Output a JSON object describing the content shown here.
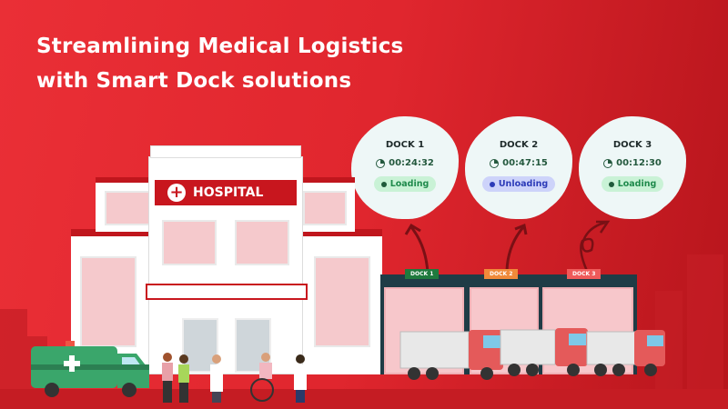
{
  "headline": {
    "line1": "Streamlining Medical Logistics",
    "line2": "with Smart Dock solutions"
  },
  "hospital_sign": "HOSPITAL",
  "docks": [
    {
      "name": "DOCK 1",
      "timer": "00:24:32",
      "status": "Loading",
      "status_color": "#1f8a4c",
      "pill_bg": "#c9f2d6"
    },
    {
      "name": "DOCK 2",
      "timer": "00:47:15",
      "status": "Unloading",
      "status_color": "#2c3bb8",
      "pill_bg": "#cdd3fa"
    },
    {
      "name": "DOCK 3",
      "timer": "00:12:30",
      "status": "Loading",
      "status_color": "#1f8a4c",
      "pill_bg": "#c9f2d6"
    }
  ],
  "dock_labels": [
    {
      "text": "DOCK 1",
      "color": "#1f7a3e"
    },
    {
      "text": "DOCK 2",
      "color": "#f08a3a"
    },
    {
      "text": "DOCK 3",
      "color": "#ef5a5a"
    }
  ]
}
